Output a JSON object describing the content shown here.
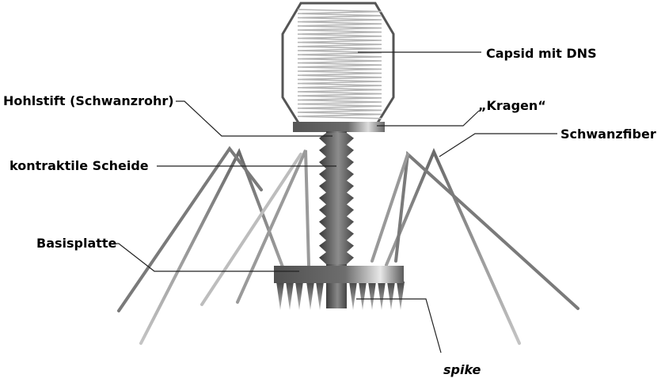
{
  "labels": {
    "capsid": "Capsid mit DNS",
    "hohlstift": "Hohlstift (Schwanzrohr)",
    "kragen": "„Kragen“",
    "schwanzfiber": "Schwanzfiber",
    "scheide": "kontraktile Scheide",
    "basisplatte": "Basisplatte",
    "spike": "spike"
  },
  "colors": {
    "outline": "#555555",
    "dna": "#b5b5b5",
    "fiber": "#707070",
    "fiber_light": "#c8c8c8",
    "dark": "#444444",
    "mid": "#8a8a8a",
    "light": "#e0e0e0",
    "leader": "#222222"
  }
}
